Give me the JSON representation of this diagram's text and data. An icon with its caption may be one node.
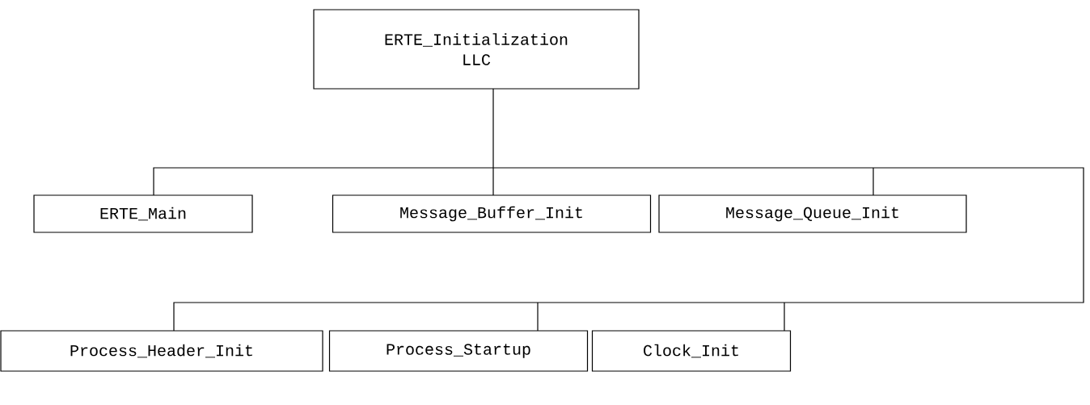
{
  "diagram": {
    "nodes": [
      {
        "text": [
          "ERTE_Initialization LLC"
        ]
      },
      {
        "text": [
          "ERTE_Main"
        ]
      },
      {
        "text": [
          "Message_Buffer_Init"
        ]
      },
      {
        "text": [
          "Message_Queue_Init"
        ]
      },
      {
        "text": [
          "Process_Header_Init"
        ]
      },
      {
        "text": [
          "Process_Startup"
        ]
      },
      {
        "text": [
          "Clock_Init"
        ]
      }
    ],
    "edges": [
      {
        "from": 0,
        "to": 1,
        "arrow": "none"
      },
      {
        "from": 0,
        "to": 2,
        "arrow": "none"
      },
      {
        "from": 0,
        "to": 3,
        "arrow": "none"
      },
      {
        "from": 0,
        "to": 4,
        "arrow": "none"
      },
      {
        "from": 0,
        "to": 5,
        "arrow": "none"
      },
      {
        "from": 0,
        "to": 6,
        "arrow": "none"
      }
    ]
  }
}
